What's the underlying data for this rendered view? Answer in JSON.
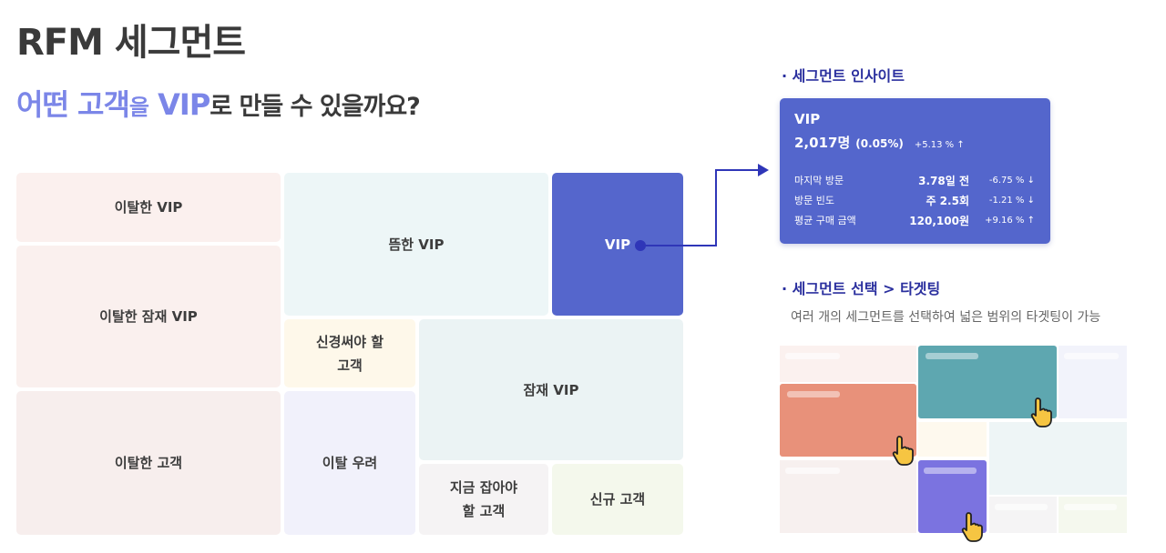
{
  "header": {
    "title": "RFM 세그먼트",
    "subtitle_part1": "어떤 고객",
    "subtitle_part2": "을",
    "subtitle_part3": "VIP",
    "subtitle_part4": "로 만들 수 있을까요?"
  },
  "treemap": {
    "churned_vip": "이탈한 VIP",
    "churned_potential_vip": "이탈한 잠재 VIP",
    "churned_customer": "이탈한 고객",
    "distant_vip": "뜸한 VIP",
    "vip": "VIP",
    "needs_attention_l1": "신경써야 할",
    "needs_attention_l2": "고객",
    "potential_vip": "잠재 VIP",
    "churn_risk": "이탈 우려",
    "catch_now_l1": "지금 잡아야",
    "catch_now_l2": "할 고객",
    "new_customer": "신규 고객"
  },
  "insight": {
    "heading": "· 세그먼트 인사이트",
    "segment": "VIP",
    "count": "2,017명",
    "percent": "(0.05%)",
    "count_change": "+5.13 % ↑",
    "metrics": [
      {
        "label": "마지막 방문",
        "value": "3.78일 전",
        "change": "-6.75 % ↓"
      },
      {
        "label": "방문 빈도",
        "value": "주 2.5회",
        "change": "-1.21 % ↓"
      },
      {
        "label": "평균 구매 금액",
        "value": "120,100원",
        "change": "+9.16 % ↑"
      }
    ]
  },
  "targeting": {
    "heading": "· 세그먼트 선택 > 타겟팅",
    "description": "여러 개의 세그먼트를 선택하여 넓은 범위의 타겟팅이 가능"
  },
  "icons": {
    "cursor": "hand-pointer-icon",
    "arrow": "arrow-right-icon"
  },
  "colors": {
    "accent": "#5466cc",
    "accent_dark": "#2a2f9e",
    "highlight": "#7b86e8",
    "select_teal": "#5ea7b0",
    "select_coral": "#e8917a",
    "select_purple": "#7b73e0"
  }
}
